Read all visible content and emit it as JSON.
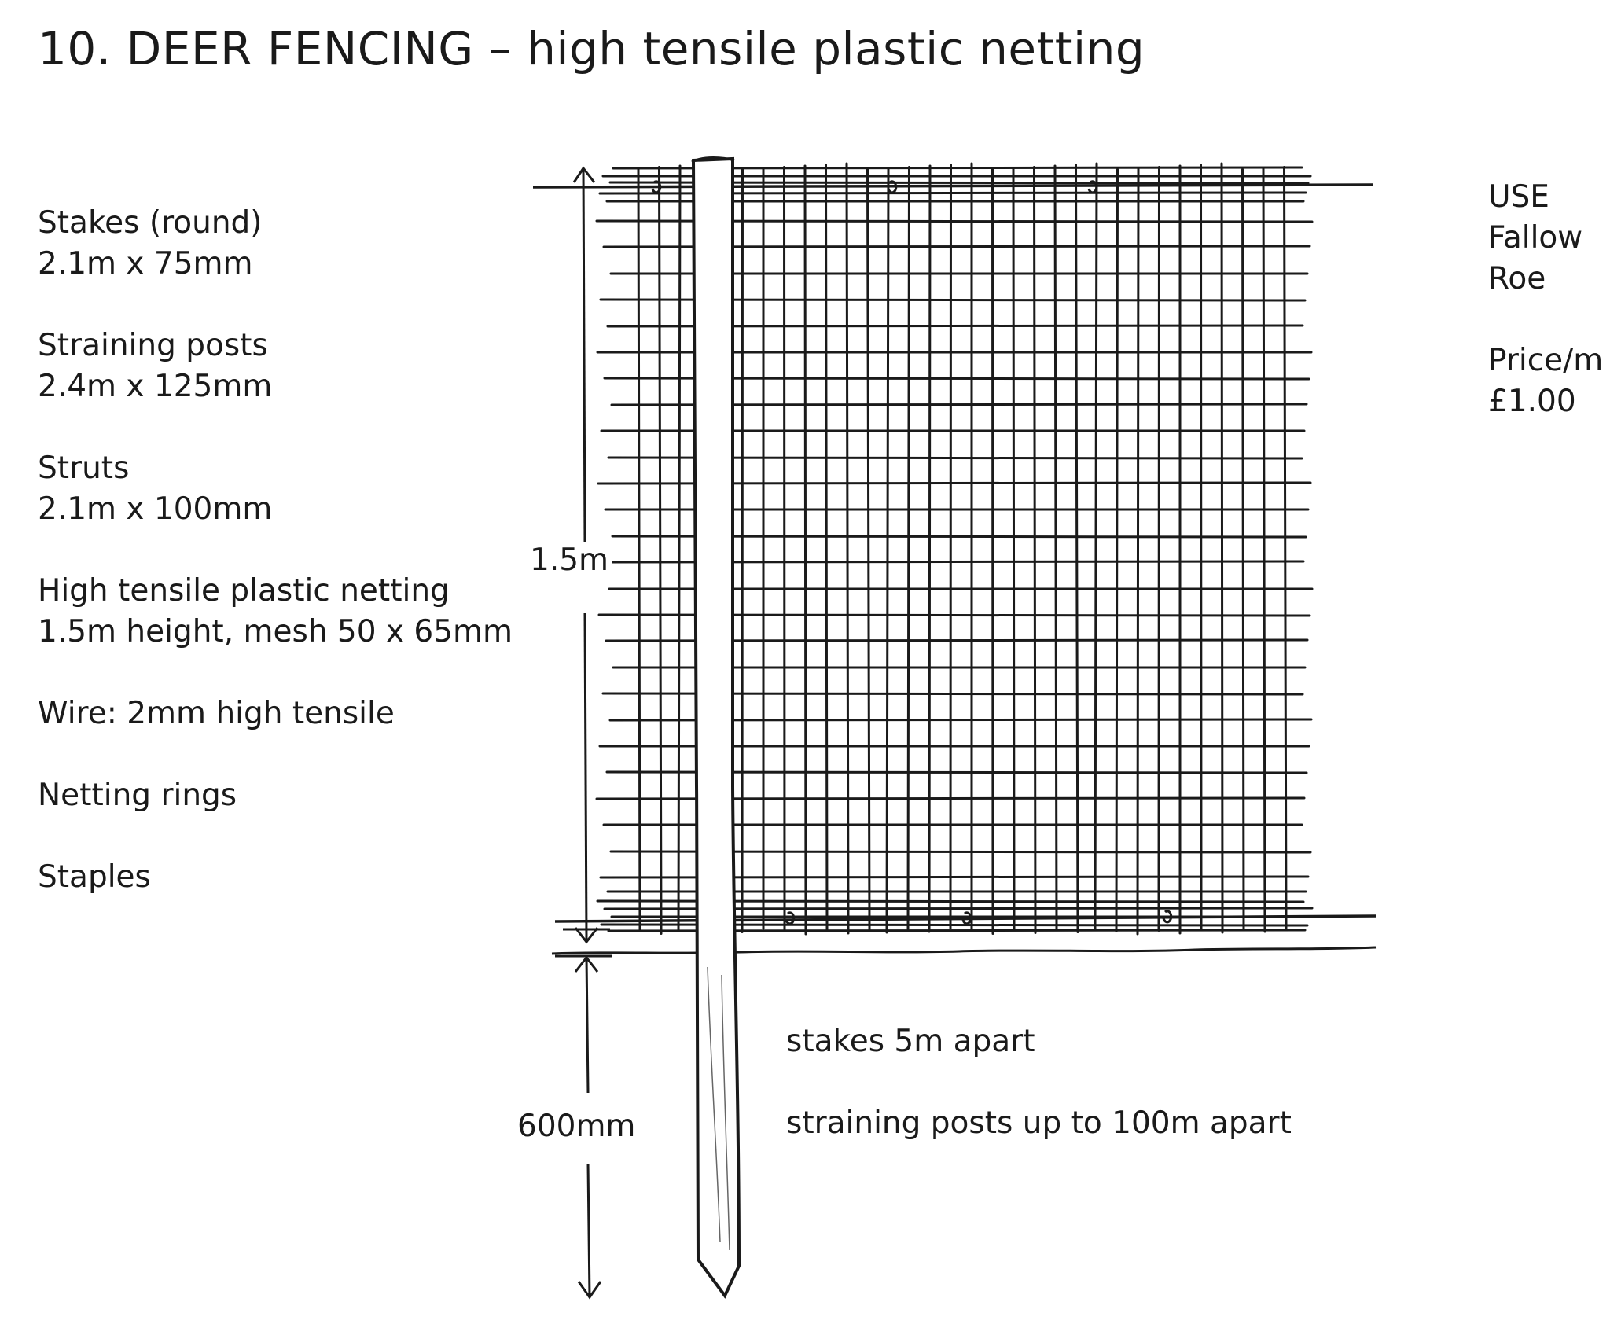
{
  "title": "10. DEER FENCING – high tensile plastic netting",
  "specs": [
    {
      "name": "Stakes (round)",
      "detail": "2.1m x 75mm"
    },
    {
      "name": "Straining posts",
      "detail": "2.4m x 125mm"
    },
    {
      "name": "Struts",
      "detail": "2.1m x 100mm"
    },
    {
      "name": "High tensile plastic netting",
      "detail": "1.5m height, mesh 50 x 65mm"
    },
    {
      "name": "Wire: 2mm high tensile",
      "detail": ""
    },
    {
      "name": "Netting rings",
      "detail": ""
    },
    {
      "name": "Staples",
      "detail": ""
    }
  ],
  "use": {
    "heading": "USE",
    "items": [
      "Fallow",
      "Roe"
    ]
  },
  "price": {
    "label": "Price/m",
    "value": "£1.00"
  },
  "dimensions": {
    "net_height": "1.5m",
    "post_depth": "600mm"
  },
  "notes": {
    "stake_spacing": "stakes 5m apart",
    "straining_spacing": "straining posts up to 100m apart"
  },
  "colors": {
    "ink": "#1a1a1a",
    "paper": "#ffffff"
  }
}
